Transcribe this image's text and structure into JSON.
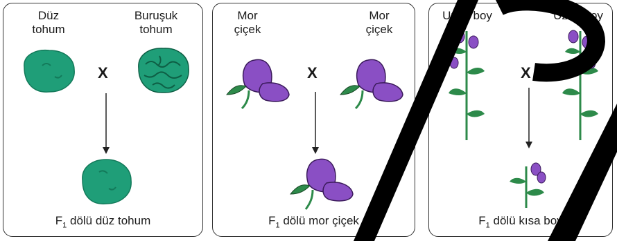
{
  "panels": [
    {
      "parent_left": "Düz\ntohum",
      "parent_right": "Buruşuk\ntohum",
      "cross": "X",
      "caption_prefix": "F",
      "caption_sub": "1",
      "caption_text": " dölü düz tohum"
    },
    {
      "parent_left": "Mor\nçiçek",
      "parent_right": "Mor\nçiçek",
      "cross": "X",
      "caption_prefix": "F",
      "caption_sub": "1",
      "caption_text": " dölü mor çiçek"
    },
    {
      "parent_left": "Uzun boy",
      "parent_right": "Uzun boy",
      "cross": "X",
      "caption_prefix": "F",
      "caption_sub": "1",
      "caption_text": " dölü kısa boy"
    }
  ],
  "colors": {
    "seed_green": "#1f9e78",
    "seed_dark": "#137a5a",
    "flower_purple": "#8a4fc4",
    "flower_dark": "#5a2a8a",
    "leaf_green": "#2d8a4a",
    "watermark": "#000000"
  }
}
